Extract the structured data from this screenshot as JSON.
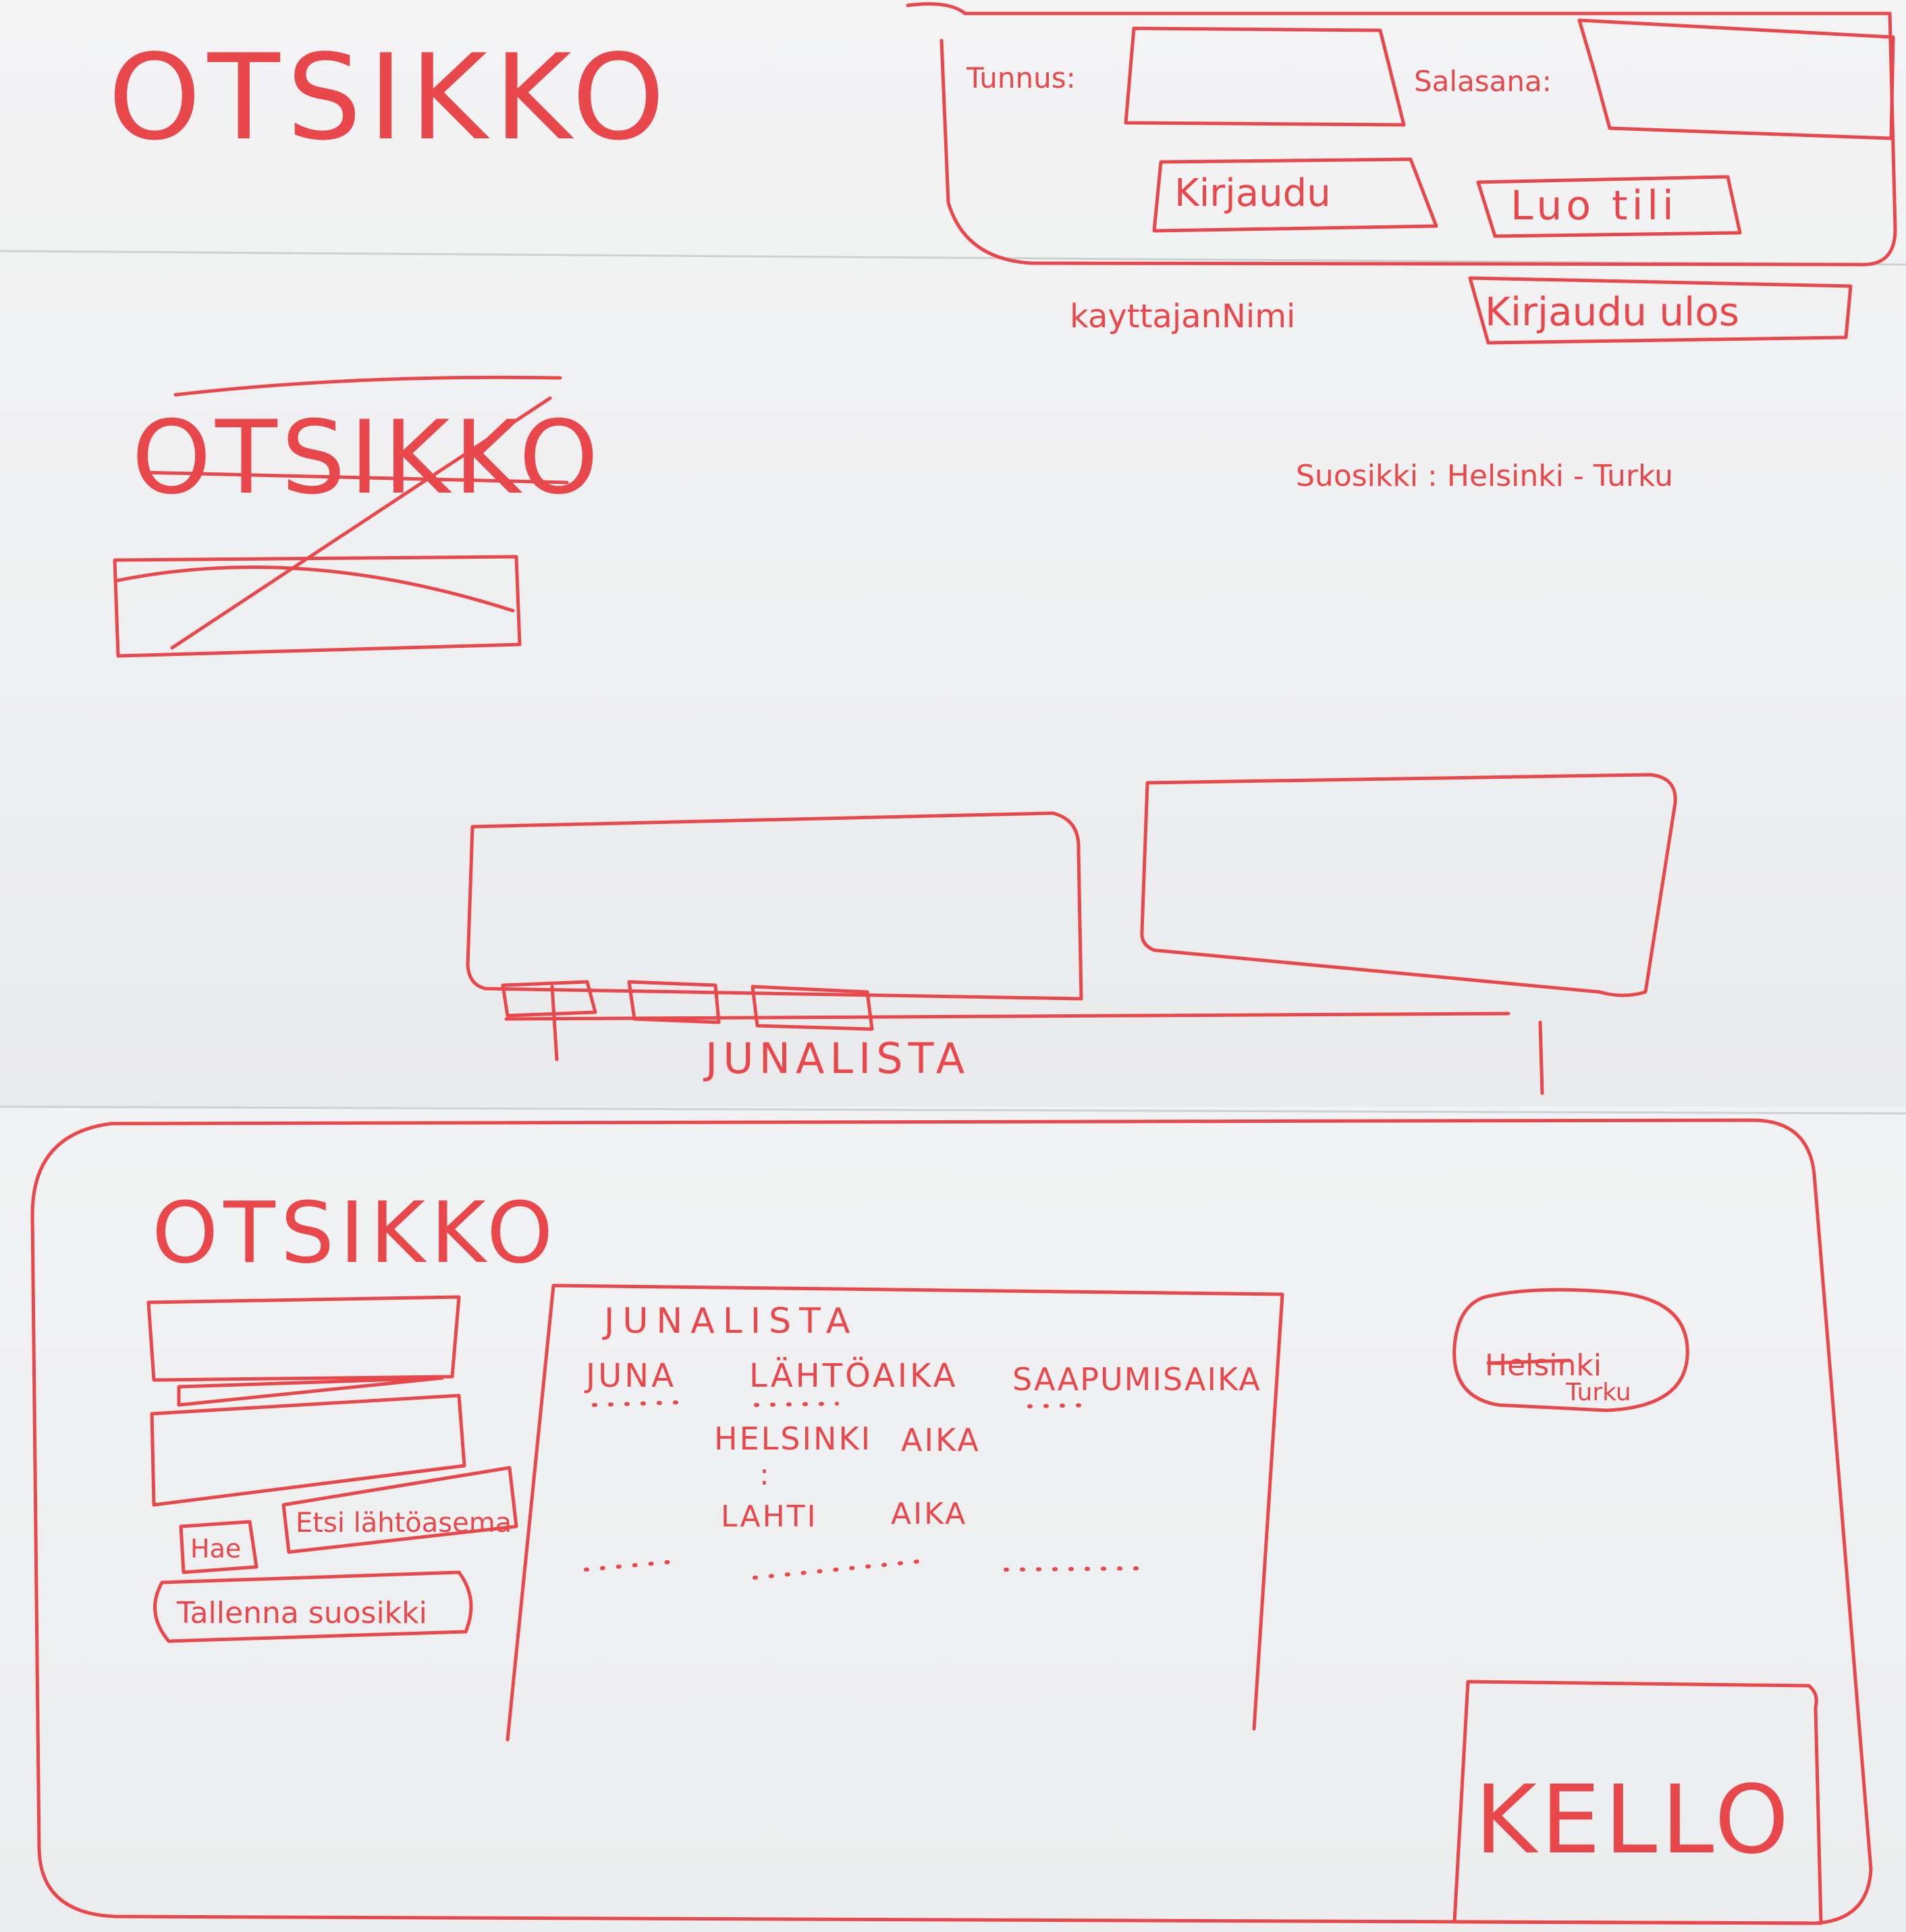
{
  "colors": {
    "ink": "#e8474b",
    "paper": "#eeeff0"
  },
  "header": {
    "title": "OTSIKKO",
    "login": {
      "username_label": "Tunnus:",
      "password_label": "Salasana:",
      "login_button": "Kirjaudu",
      "create_account_button": "Luo tili"
    },
    "user": {
      "username": "kayttajanNimi",
      "logout_button": "Kirjaudu ulos"
    },
    "favourite": "Suosikki :   Helsinki - Turku"
  },
  "draft": {
    "crossed_title": "OTSIKKO",
    "list_label": "JUNALISTA"
  },
  "final_layout": {
    "title": "OTSIKKO",
    "search_button": "Hae",
    "nearest_station_button": "Etsi lähtöasema",
    "save_favourite_button": "Tallenna suosikki",
    "train_list": {
      "heading": "JUNALISTA",
      "columns": [
        "JUNA",
        "LÄHTÖAIKA",
        "SAAPUMISAIKA"
      ],
      "rows": [
        {
          "station": "HELSINKI",
          "time": "AIKA"
        },
        {
          "station": "LAHTI",
          "time": "AIKA"
        }
      ],
      "row_gap_marker": ":"
    },
    "favourite_chip": {
      "line1": "Helsinki",
      "line2": "Turku"
    },
    "clock": "KELLO"
  }
}
